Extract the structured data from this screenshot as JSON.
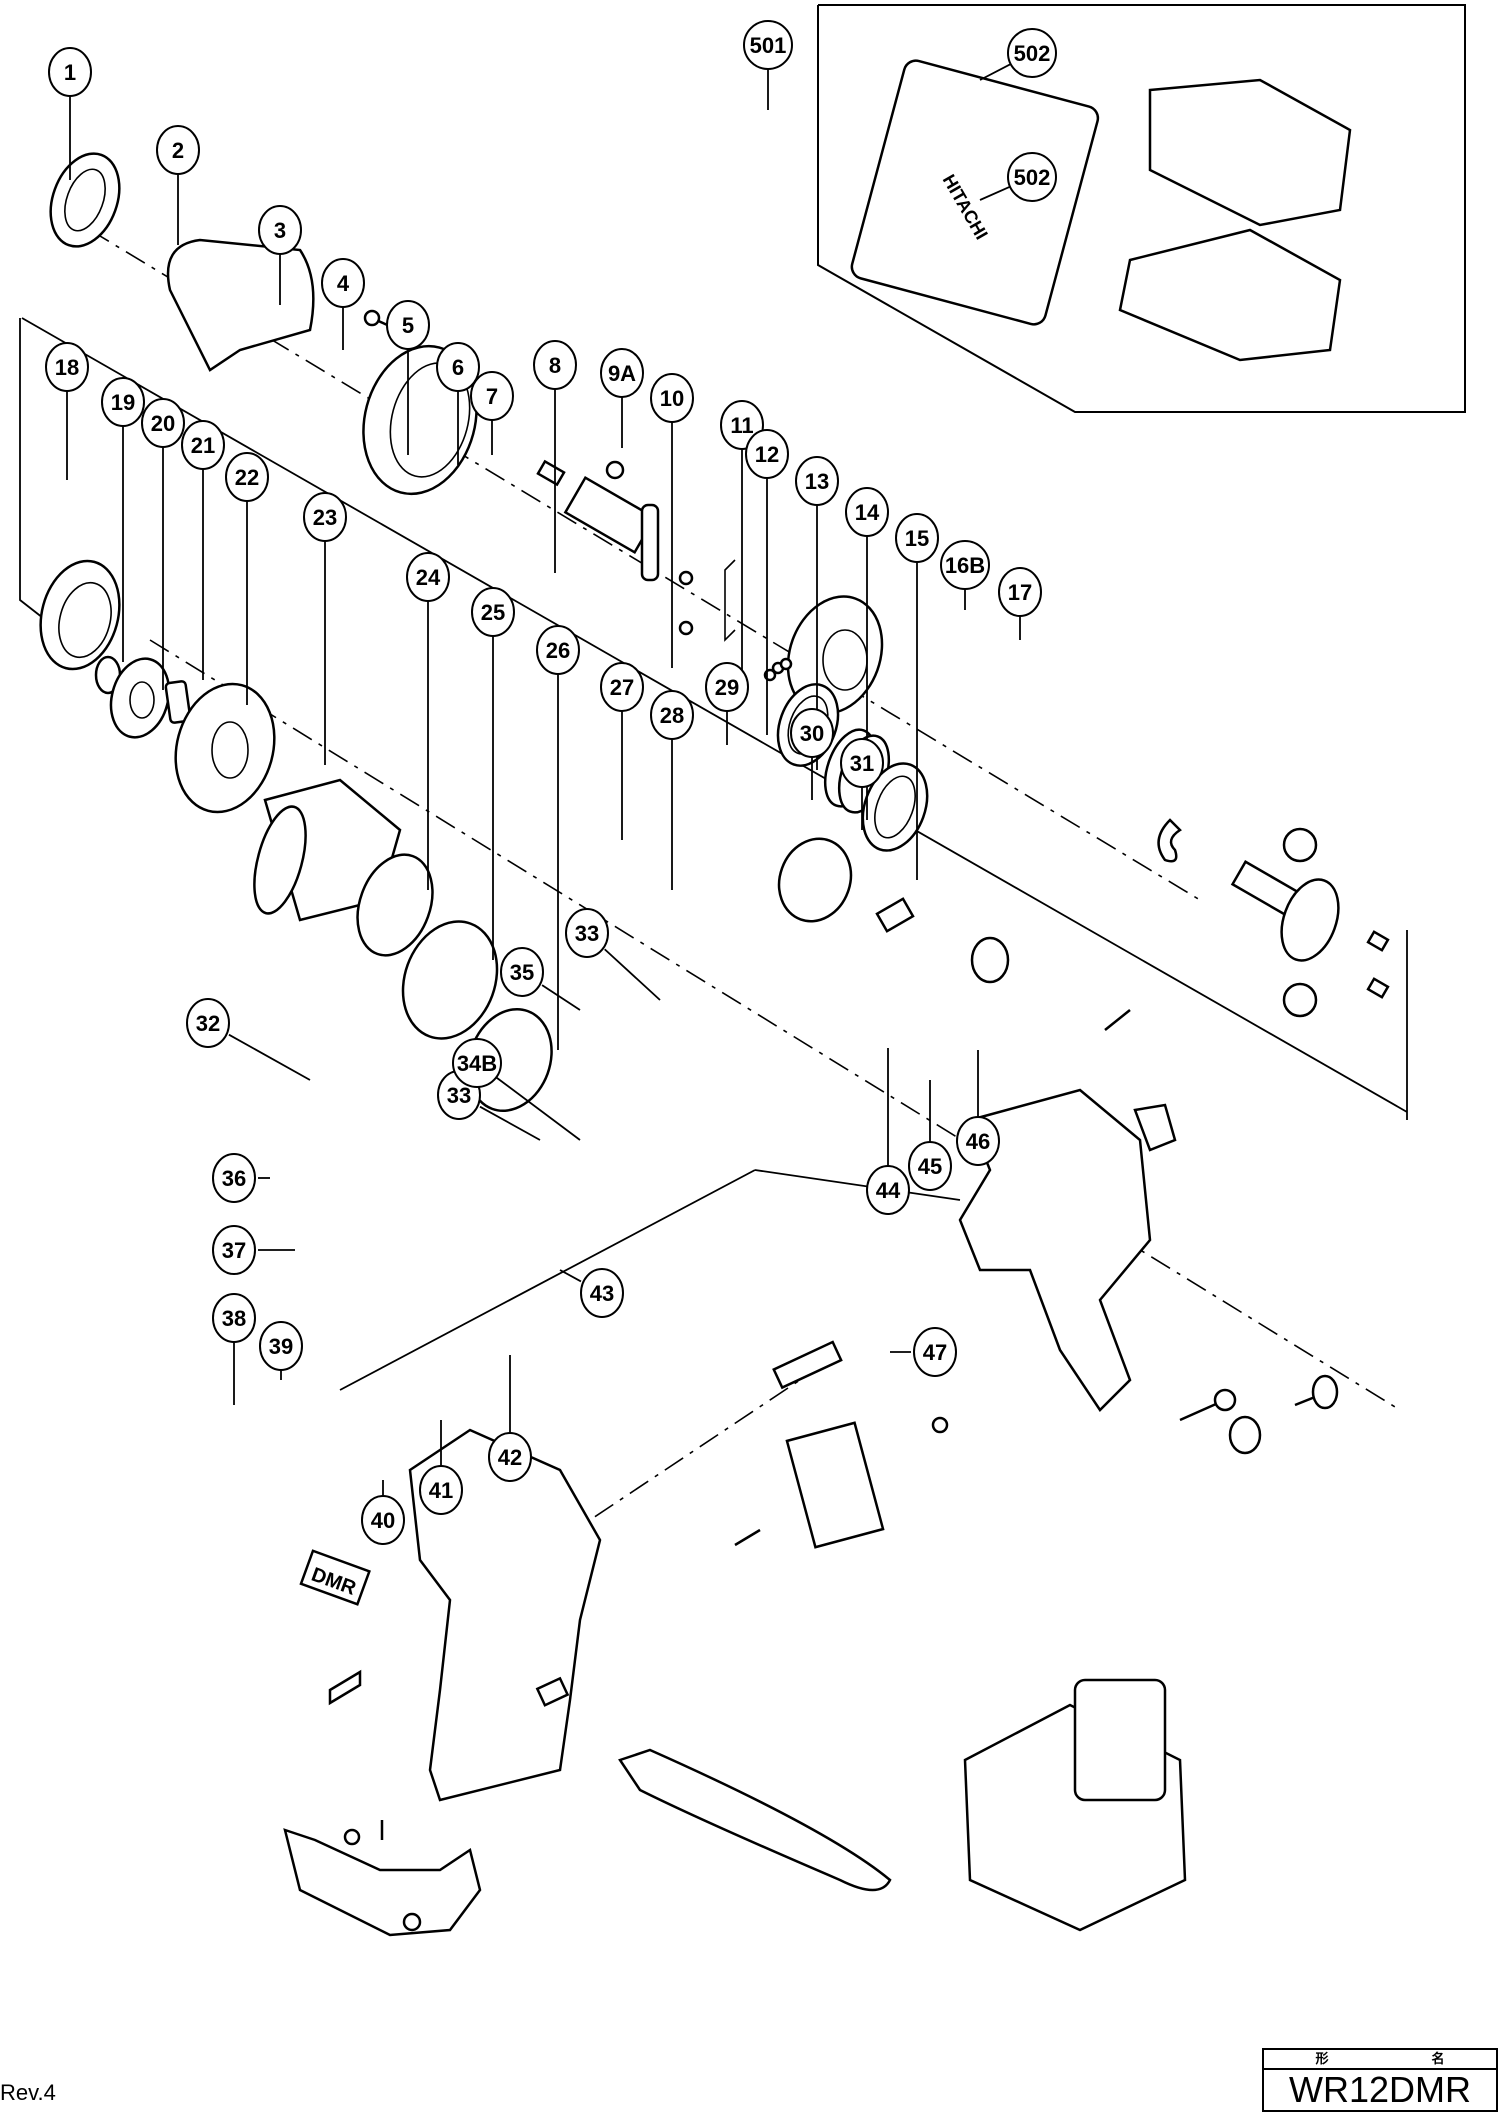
{
  "drawing": {
    "title": "Exploded parts diagram",
    "model_header_label_1": "形",
    "model_header_label_2": "名",
    "model": "WR12DMR",
    "revision": "Rev.4",
    "case_brand": "HITACHI",
    "nameplate_text": "DMR"
  },
  "callouts": [
    {
      "id": "1"
    },
    {
      "id": "2"
    },
    {
      "id": "3"
    },
    {
      "id": "4"
    },
    {
      "id": "5"
    },
    {
      "id": "6"
    },
    {
      "id": "7"
    },
    {
      "id": "8"
    },
    {
      "id": "9A"
    },
    {
      "id": "10"
    },
    {
      "id": "11"
    },
    {
      "id": "12"
    },
    {
      "id": "13"
    },
    {
      "id": "14"
    },
    {
      "id": "15"
    },
    {
      "id": "16B"
    },
    {
      "id": "17"
    },
    {
      "id": "18"
    },
    {
      "id": "19"
    },
    {
      "id": "20"
    },
    {
      "id": "21"
    },
    {
      "id": "22"
    },
    {
      "id": "23"
    },
    {
      "id": "24"
    },
    {
      "id": "25"
    },
    {
      "id": "26"
    },
    {
      "id": "27"
    },
    {
      "id": "28"
    },
    {
      "id": "29"
    },
    {
      "id": "30"
    },
    {
      "id": "31"
    },
    {
      "id": "32"
    },
    {
      "id": "33"
    },
    {
      "id": "33"
    },
    {
      "id": "34B"
    },
    {
      "id": "35"
    },
    {
      "id": "36"
    },
    {
      "id": "37"
    },
    {
      "id": "38"
    },
    {
      "id": "39"
    },
    {
      "id": "40"
    },
    {
      "id": "41"
    },
    {
      "id": "42"
    },
    {
      "id": "43"
    },
    {
      "id": "44"
    },
    {
      "id": "45"
    },
    {
      "id": "46"
    },
    {
      "id": "47"
    },
    {
      "id": "501"
    },
    {
      "id": "502"
    },
    {
      "id": "502"
    }
  ]
}
